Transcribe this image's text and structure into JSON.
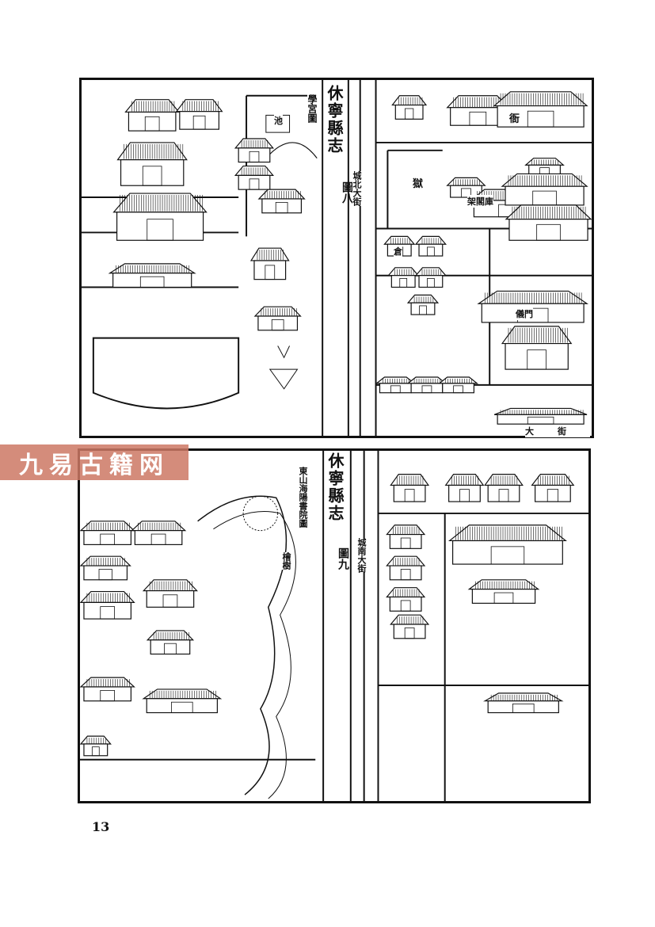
{
  "book_title": "休寧縣志",
  "watermark": "九易古籍网",
  "page_number": "13",
  "map_top": {
    "figure_label": "圖八",
    "street_label": "城北大街",
    "section_title": "學宮圖",
    "labels": {
      "yamen": "衙",
      "prison": "獄",
      "granary": "倉",
      "ceremonial_gate": "儀門",
      "archive": "架閣庫",
      "main_street": "大街",
      "pond": "池"
    }
  },
  "map_bottom": {
    "figure_label": "圖九",
    "street_label": "城南大街",
    "section_title": "東山海陽書院圖",
    "labels": {
      "juniper": "檜樹"
    }
  }
}
